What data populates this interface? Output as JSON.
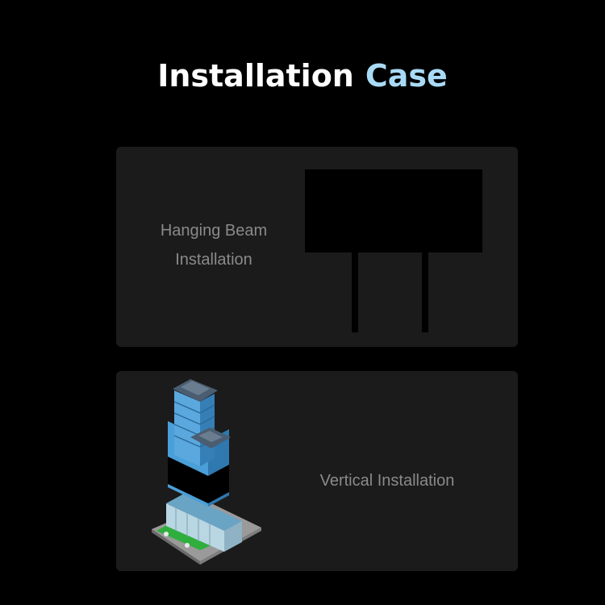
{
  "header": {
    "title_part1": "Installation",
    "title_part2": "Case"
  },
  "cards": [
    {
      "line1": "Hanging Beam",
      "line2": "Installation",
      "illustration": "billboard-icon"
    },
    {
      "label": "Vertical Installation",
      "illustration": "skyscraper-icon"
    }
  ],
  "colors": {
    "background": "#000000",
    "card": "#1b1b1b",
    "title_primary": "#ffffff",
    "title_accent": "#a9daf5",
    "label": "#8a8a8a"
  }
}
